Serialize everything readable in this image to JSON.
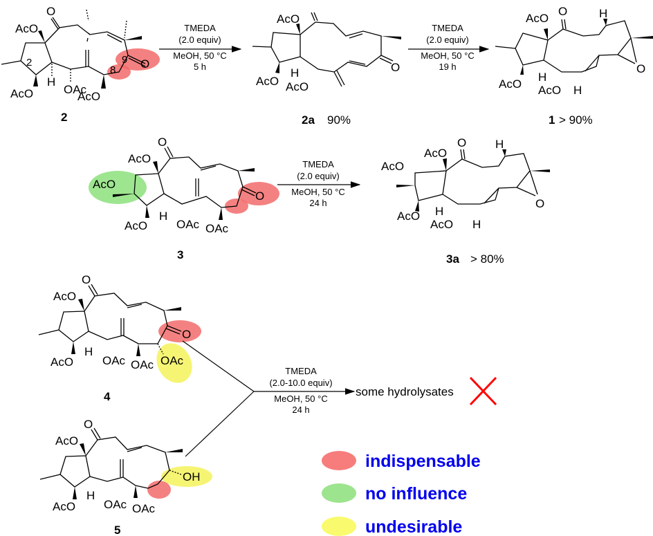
{
  "colors": {
    "indispensable": "#f26b6b",
    "no_influence": "#8de07d",
    "undesirable": "#f5f25a",
    "legend_text": "#0000ee",
    "cross": "#ff0000"
  },
  "compounds": {
    "c2": {
      "label": "2",
      "locants": [
        "2",
        "8",
        "9"
      ]
    },
    "c2a": {
      "label": "2a",
      "yield": "90%"
    },
    "c1": {
      "label": "1",
      "yield": "> 90%"
    },
    "c3": {
      "label": "3"
    },
    "c3a": {
      "label": "3a",
      "yield": "> 80%"
    },
    "c4": {
      "label": "4"
    },
    "c5": {
      "label": "5"
    }
  },
  "atoms": {
    "AcO": "AcO",
    "OAc": "OAc",
    "O": "O",
    "H": "H",
    "OH": "OH"
  },
  "reactions": [
    {
      "reagent": "TMEDA",
      "equiv": "(2.0 equiv)",
      "solvent_temp": "MeOH, 50 °C",
      "time": "5 h"
    },
    {
      "reagent": "TMEDA",
      "equiv": "(2.0 equiv)",
      "solvent_temp": "MeOH, 50 °C",
      "time": "19 h"
    },
    {
      "reagent": "TMEDA",
      "equiv": "(2.0 equiv)",
      "solvent_temp": "MeOH, 50 °C",
      "time": "24 h"
    },
    {
      "reagent": "TMEDA",
      "equiv": "(2.0-10.0 equiv)",
      "solvent_temp": "MeOH, 50 °C",
      "time": "24 h",
      "product": "some hydrolysates"
    }
  ],
  "legend": [
    {
      "key": "indispensable",
      "label": "indispensable"
    },
    {
      "key": "no_influence",
      "label": "no influence"
    },
    {
      "key": "undesirable",
      "label": "undesirable"
    }
  ]
}
